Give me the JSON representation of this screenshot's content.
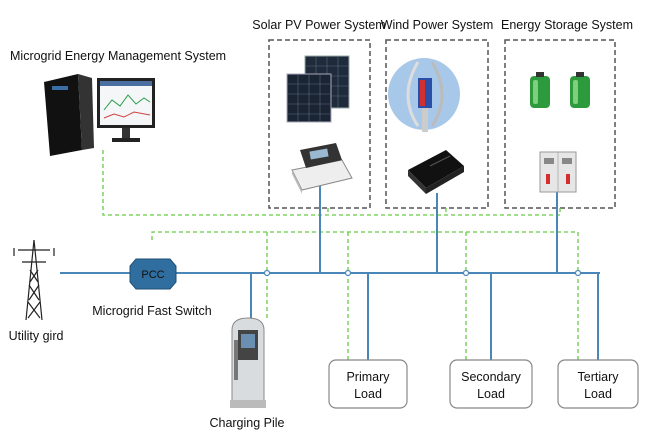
{
  "labels": {
    "ems": "Microgrid Energy Management System",
    "solar": "Solar PV Power System",
    "wind": "Wind Power System",
    "storage": "Energy Storage System",
    "pcc": "PCC",
    "fast_switch": "Microgrid Fast Switch",
    "utility": "Utility gird",
    "charging": "Charging Pile"
  },
  "loads": [
    {
      "line1": "Primary",
      "line2": "Load"
    },
    {
      "line1": "Secondary",
      "line2": "Load"
    },
    {
      "line1": "Tertiary",
      "line2": "Load"
    }
  ],
  "colors": {
    "bus": "#4a86b8",
    "comm": "#66cc44",
    "box_border": "#555555",
    "pcc_fill": "#2f6e9e"
  }
}
